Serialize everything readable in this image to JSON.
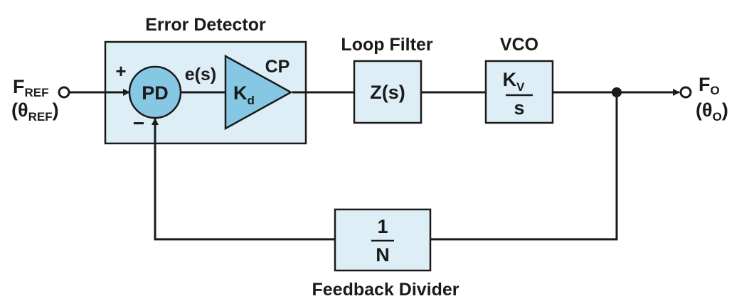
{
  "labels": {
    "error_detector": "Error Detector",
    "loop_filter": "Loop Filter",
    "vco": "VCO",
    "feedback_divider": "Feedback Divider",
    "cp": "CP",
    "plus": "+",
    "minus": "−",
    "es": "e(s)"
  },
  "blocks": {
    "pd": "PD",
    "kd_main": "K",
    "kd_sub": "d",
    "zs": "Z(s)",
    "vco_num_main": "K",
    "vco_num_sub": "V",
    "vco_den": "s",
    "div_num": "1",
    "div_den": "N"
  },
  "input": {
    "f_main": "F",
    "f_sub": "REF",
    "theta_main": "(θ",
    "theta_sub": "REF",
    "theta_close": ")"
  },
  "output": {
    "f_main": "F",
    "f_sub": "O",
    "theta_main": "(θ",
    "theta_sub": "O",
    "theta_close": ")"
  },
  "colors": {
    "box_fill": "#ddeef6",
    "accent_fill": "#86c8e4",
    "line": "#1a1a1a"
  }
}
